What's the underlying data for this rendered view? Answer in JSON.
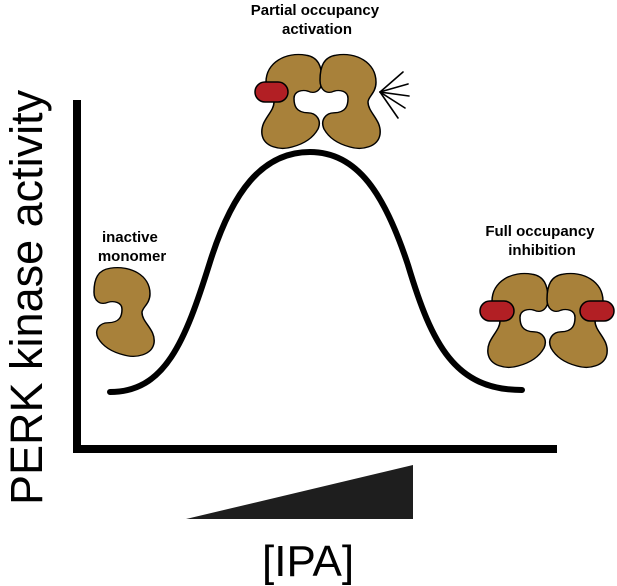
{
  "axes": {
    "y_label": "PERK kinase activity",
    "x_label": "[IPA]"
  },
  "annotations": {
    "inactive": [
      "inactive",
      "monomer"
    ],
    "partial": [
      "Partial occupancy",
      "activation"
    ],
    "full": [
      "Full occupancy",
      "inhibition"
    ]
  },
  "colors": {
    "protein_fill": "#A8813A",
    "inhibitor_fill": "#B21F24",
    "curve": "#000000",
    "axis": "#000000",
    "wedge": "#1E1E1E"
  }
}
